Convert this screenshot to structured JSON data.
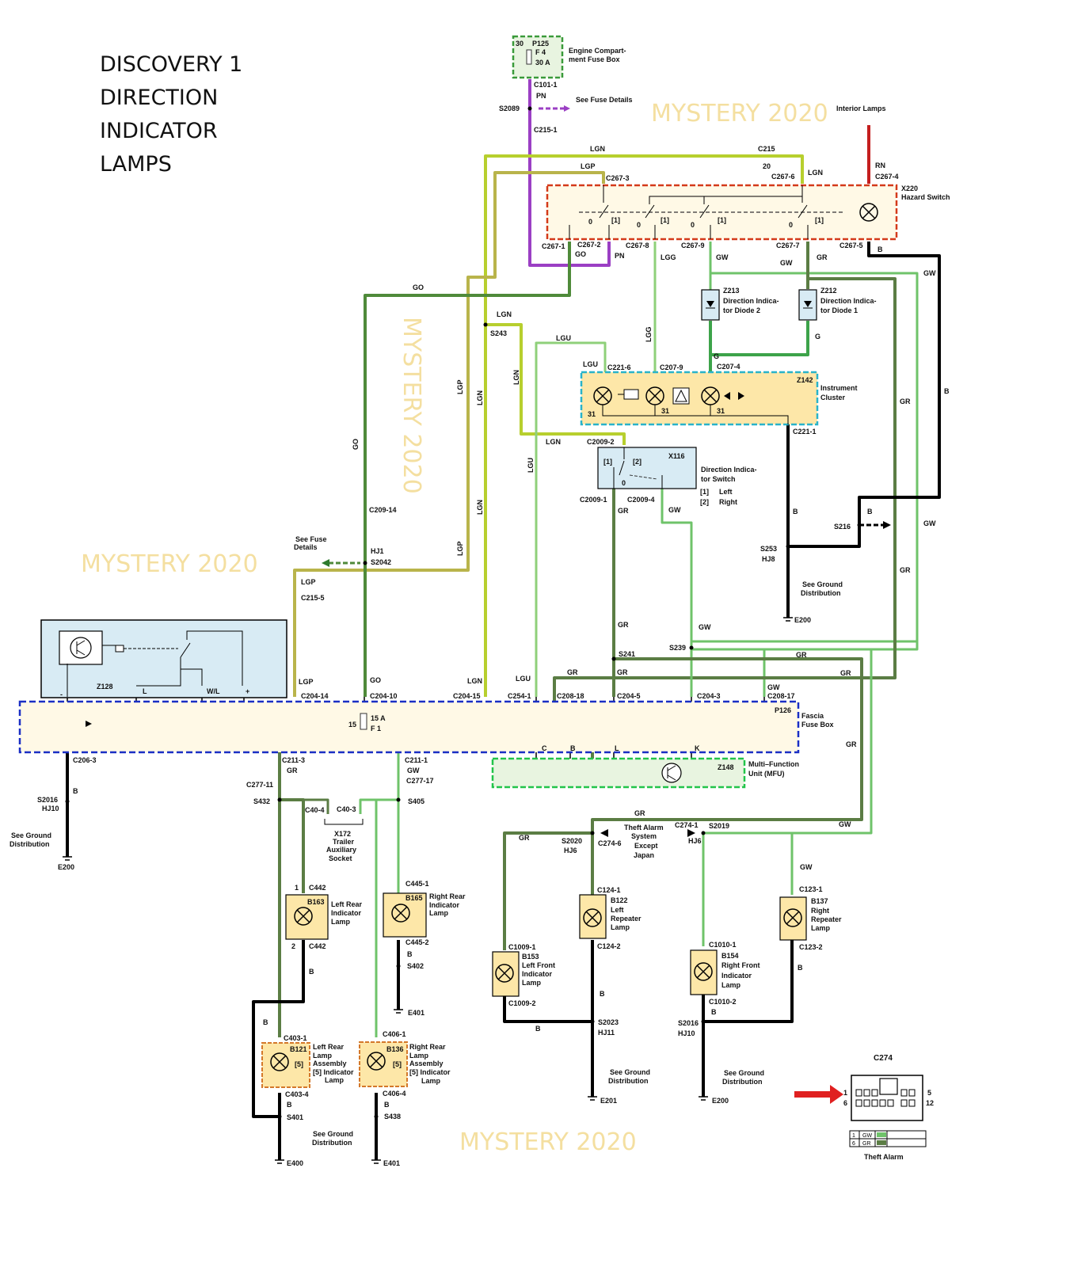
{
  "title": {
    "line1": "DISCOVERY 1",
    "line2": "DIRECTION",
    "line3": "INDICATOR",
    "line4": "LAMPS"
  },
  "watermark": "MYSTERY 2020",
  "colors": {
    "wire_lgn": "#b7cf2e",
    "wire_lgp": "#b9b44b",
    "wire_go": "#4f8a3a",
    "wire_gr": "#5b7d44",
    "wire_gw": "#6fc36a",
    "wire_lgu": "#8fd07a",
    "wire_pn": "#9b3fc4",
    "wire_rn": "#c41e1e",
    "wire_b": "#000000",
    "component_fill": "#fff9e6",
    "lamp_fill": "#fde7a8",
    "cluster_fill": "#fde7a8",
    "z128_fill": "#d8ebf4",
    "arrow": "#e02020"
  },
  "engine_fuse": {
    "t30": "30",
    "id": "P125",
    "fuse": "F 4",
    "amps": "30 A",
    "name": "Engine Compart-",
    "name2": "ment Fuse Box",
    "conn": "C101-1",
    "wire": "PN",
    "splice": "S2089",
    "see": "See Fuse Details",
    "conn2": "C215-1"
  },
  "interior": "Interior Lamps",
  "hazard": {
    "id": "X220",
    "name": "Hazard Switch",
    "rn": "RN",
    "c_rn": "C267-4",
    "c215": "C215",
    "c215b": "20",
    "c2676": "C267-6",
    "lgn_r": "LGN",
    "lgn_top": "LGN",
    "lgp": "LGP",
    "c2673": "C267-3",
    "p1": "[1]",
    "p2": "[1]",
    "p3": "[1]",
    "p4": "[1]",
    "z1": "0",
    "z2": "0",
    "z3": "0",
    "z4": "0",
    "c2671": "C267-1",
    "c2672": "C267-2",
    "go": "GO",
    "pn": "PN",
    "c2678": "C267-8",
    "lgg": "LGG",
    "c2679": "C267-9",
    "gw": "GW",
    "c2677": "C267-7",
    "gr": "GR",
    "gw2": "GW",
    "c2675": "C267-5",
    "b": "B"
  },
  "diode2": {
    "id": "Z213",
    "n1": "Direction Indica-",
    "n2": "tor Diode 2"
  },
  "diode1": {
    "id": "Z212",
    "n1": "Direction Indica-",
    "n2": "tor Diode 1"
  },
  "cluster": {
    "id": "Z142",
    "name1": "Instrument",
    "name2": "Cluster",
    "lgu": "LGU",
    "c2216": "C221-6",
    "c2079": "C207-9",
    "c2074": "C207-4",
    "g": "G",
    "g2": "G",
    "t31a": "31",
    "t31b": "31",
    "t31c": "31",
    "c2211": "C221-1",
    "lgg": "LGG"
  },
  "dir_switch": {
    "id": "X116",
    "n1": "Direction Indica-",
    "n2": "tor Switch",
    "c20092": "C2009-2",
    "l1": "[1]",
    "l2": "[2]",
    "zero": "0",
    "c20091": "C2009-1",
    "c20094": "C2009-4",
    "gr": "GR",
    "gw": "GW",
    "leg1": "[1]",
    "leg1t": "Left",
    "leg2": "[2]",
    "leg2t": "Right"
  },
  "labels": {
    "go1": "GO",
    "go2": "GO",
    "lgn1": "LGN",
    "lgn2": "LGN",
    "lgn3": "LGN",
    "lgn4": "LGN",
    "lgn5": "LGN",
    "lgn6": "LGN",
    "lgp1": "LGP",
    "lgp2": "LGP",
    "lgp3": "LGP",
    "lgu1": "LGU",
    "lgu2": "LGU",
    "lgu3": "LGU",
    "s243": "S243",
    "c20914": "C209-14",
    "hj1": "HJ1",
    "s2042": "S2042",
    "seefuse1": "See Fuse",
    "seefuse2": "Details",
    "c2155": "C215-5",
    "b1": "B",
    "b2": "B",
    "b3": "B",
    "s216": "S216",
    "s253": "S253",
    "hj8": "HJ8",
    "seeg1": "See Ground",
    "seeg2": "Distribution",
    "e200": "E200",
    "gr1": "GR",
    "gr2": "GR",
    "gr3": "GR",
    "gr4": "GR",
    "gr5": "GR",
    "gr6": "GR",
    "gr7": "GR",
    "gw1": "GW",
    "gw2": "GW",
    "gw3": "GW",
    "gw4": "GW",
    "s241": "S241",
    "s239": "S239"
  },
  "z128": {
    "id": "Z128",
    "minus": "-",
    "L": "L",
    "wl": "W/L",
    "plus": "+"
  },
  "fascia": {
    "id": "P126",
    "n1": "Fascia",
    "n2": "Fuse Box",
    "lgp": "LGP",
    "go": "GO",
    "lgn": "LGN",
    "lgu": "LGU",
    "c20414": "C204-14",
    "c20410": "C204-10",
    "c20415": "C204-15",
    "c2541": "C254-1",
    "c20818": "C208-18",
    "c2045": "C204-5",
    "c2043": "C204-3",
    "c20817": "C208-17",
    "gr": "GR",
    "gr2": "GR",
    "gw": "GW",
    "f15": "15",
    "famp": "15 A",
    "ffuse": "F 1",
    "c2063": "C206-3",
    "c2113": "C211-3",
    "c2111": "C211-1",
    "gr3": "GR",
    "gw2": "GW"
  },
  "mfu": {
    "id": "Z148",
    "n1": "Multi–Function",
    "n2": "Unit (MFU)",
    "c": "C",
    "b": "B",
    "l": "L",
    "k": "K"
  },
  "left_gnd": {
    "b": "B",
    "s": "S2016",
    "hj": "HJ10",
    "see1": "See Ground",
    "see2": "Distribution",
    "e": "E200"
  },
  "trailer": {
    "c27711": "C277-11",
    "c27717": "C277-17",
    "s432": "S432",
    "s405": "S405",
    "c404": "C40-4",
    "c403": "C40-3",
    "id": "X172",
    "n1": "Trailer",
    "n2": "Auxiliary",
    "n3": "Socket"
  },
  "lrl": {
    "c442a": "C442",
    "one": "1",
    "id": "B163",
    "n1": "Left Rear",
    "n2": "Indicator",
    "n3": "Lamp",
    "two": "2",
    "c442b": "C442",
    "b": "B"
  },
  "rrl": {
    "c4451": "C445-1",
    "id": "B165",
    "n1": "Right Rear",
    "n2": "Indicator",
    "n3": "Lamp",
    "c4452": "C445-2",
    "b": "B",
    "s402": "S402",
    "e401": "E401"
  },
  "lrla": {
    "b": "B",
    "c4031": "C403-1",
    "id": "B121",
    "n1": "Left Rear",
    "n2": "Lamp",
    "n3": "Assembly",
    "n4": "[5] Indicator",
    "n5": "Lamp",
    "five": "[5]",
    "c4034": "C403-4",
    "b2": "B",
    "s401": "S401",
    "e400": "E400"
  },
  "rrla": {
    "c4061": "C406-1",
    "id": "B136",
    "n1": "Right Rear",
    "n2": "Lamp",
    "n3": "Assembly",
    "n4": "[5] Indicator",
    "n5": "Lamp",
    "five": "[5]",
    "c4064": "C406-4",
    "b": "B",
    "s438": "S438",
    "e401": "E401"
  },
  "mid_gnd": {
    "see1": "See Ground",
    "see2": "Distribution"
  },
  "theft": {
    "gr": "GR",
    "gr2": "GR",
    "s2020": "S2020",
    "hj6": "HJ6",
    "c2746": "C274-6",
    "n1": "Theft Alarm",
    "n2": "System",
    "n3": "Except",
    "n4": "Japan",
    "c2741": "C274-1",
    "s2019": "S2019",
    "hj6b": "HJ6",
    "gw": "GW",
    "gw2": "GW"
  },
  "lfl": {
    "c10091": "C1009-1",
    "id": "B153",
    "n1": "Left Front",
    "n2": "Indicator",
    "n3": "Lamp",
    "c10092": "C1009-2",
    "b": "B"
  },
  "lrep": {
    "c1241": "C124-1",
    "id": "B122",
    "n1": "Left",
    "n2": "Repeater",
    "n3": "Lamp",
    "c1242": "C124-2",
    "b": "B",
    "s2023": "S2023",
    "hj11": "HJ11",
    "see1": "See Ground",
    "see2": "Distribution",
    "e201": "E201"
  },
  "rfl": {
    "c10101": "C1010-1",
    "id": "B154",
    "n1": "Right Front",
    "n2": "Indicator",
    "n3": "Lamp",
    "c10102": "C1010-2",
    "b": "B",
    "s2016": "S2016",
    "hj10": "HJ10",
    "see1": "See Ground",
    "see2": "Distribution",
    "e200": "E200"
  },
  "rrep": {
    "c1231": "C123-1",
    "id": "B137",
    "n1": "Right",
    "n2": "Repeater",
    "n3": "Lamp",
    "c1232": "C123-2",
    "b": "B"
  },
  "c274": {
    "title": "C274",
    "p1": "1",
    "p5": "5",
    "p6": "6",
    "p12": "12",
    "r1n": "1",
    "r1c": "GW",
    "r2n": "6",
    "r2c": "GR",
    "caption": "Theft Alarm"
  }
}
